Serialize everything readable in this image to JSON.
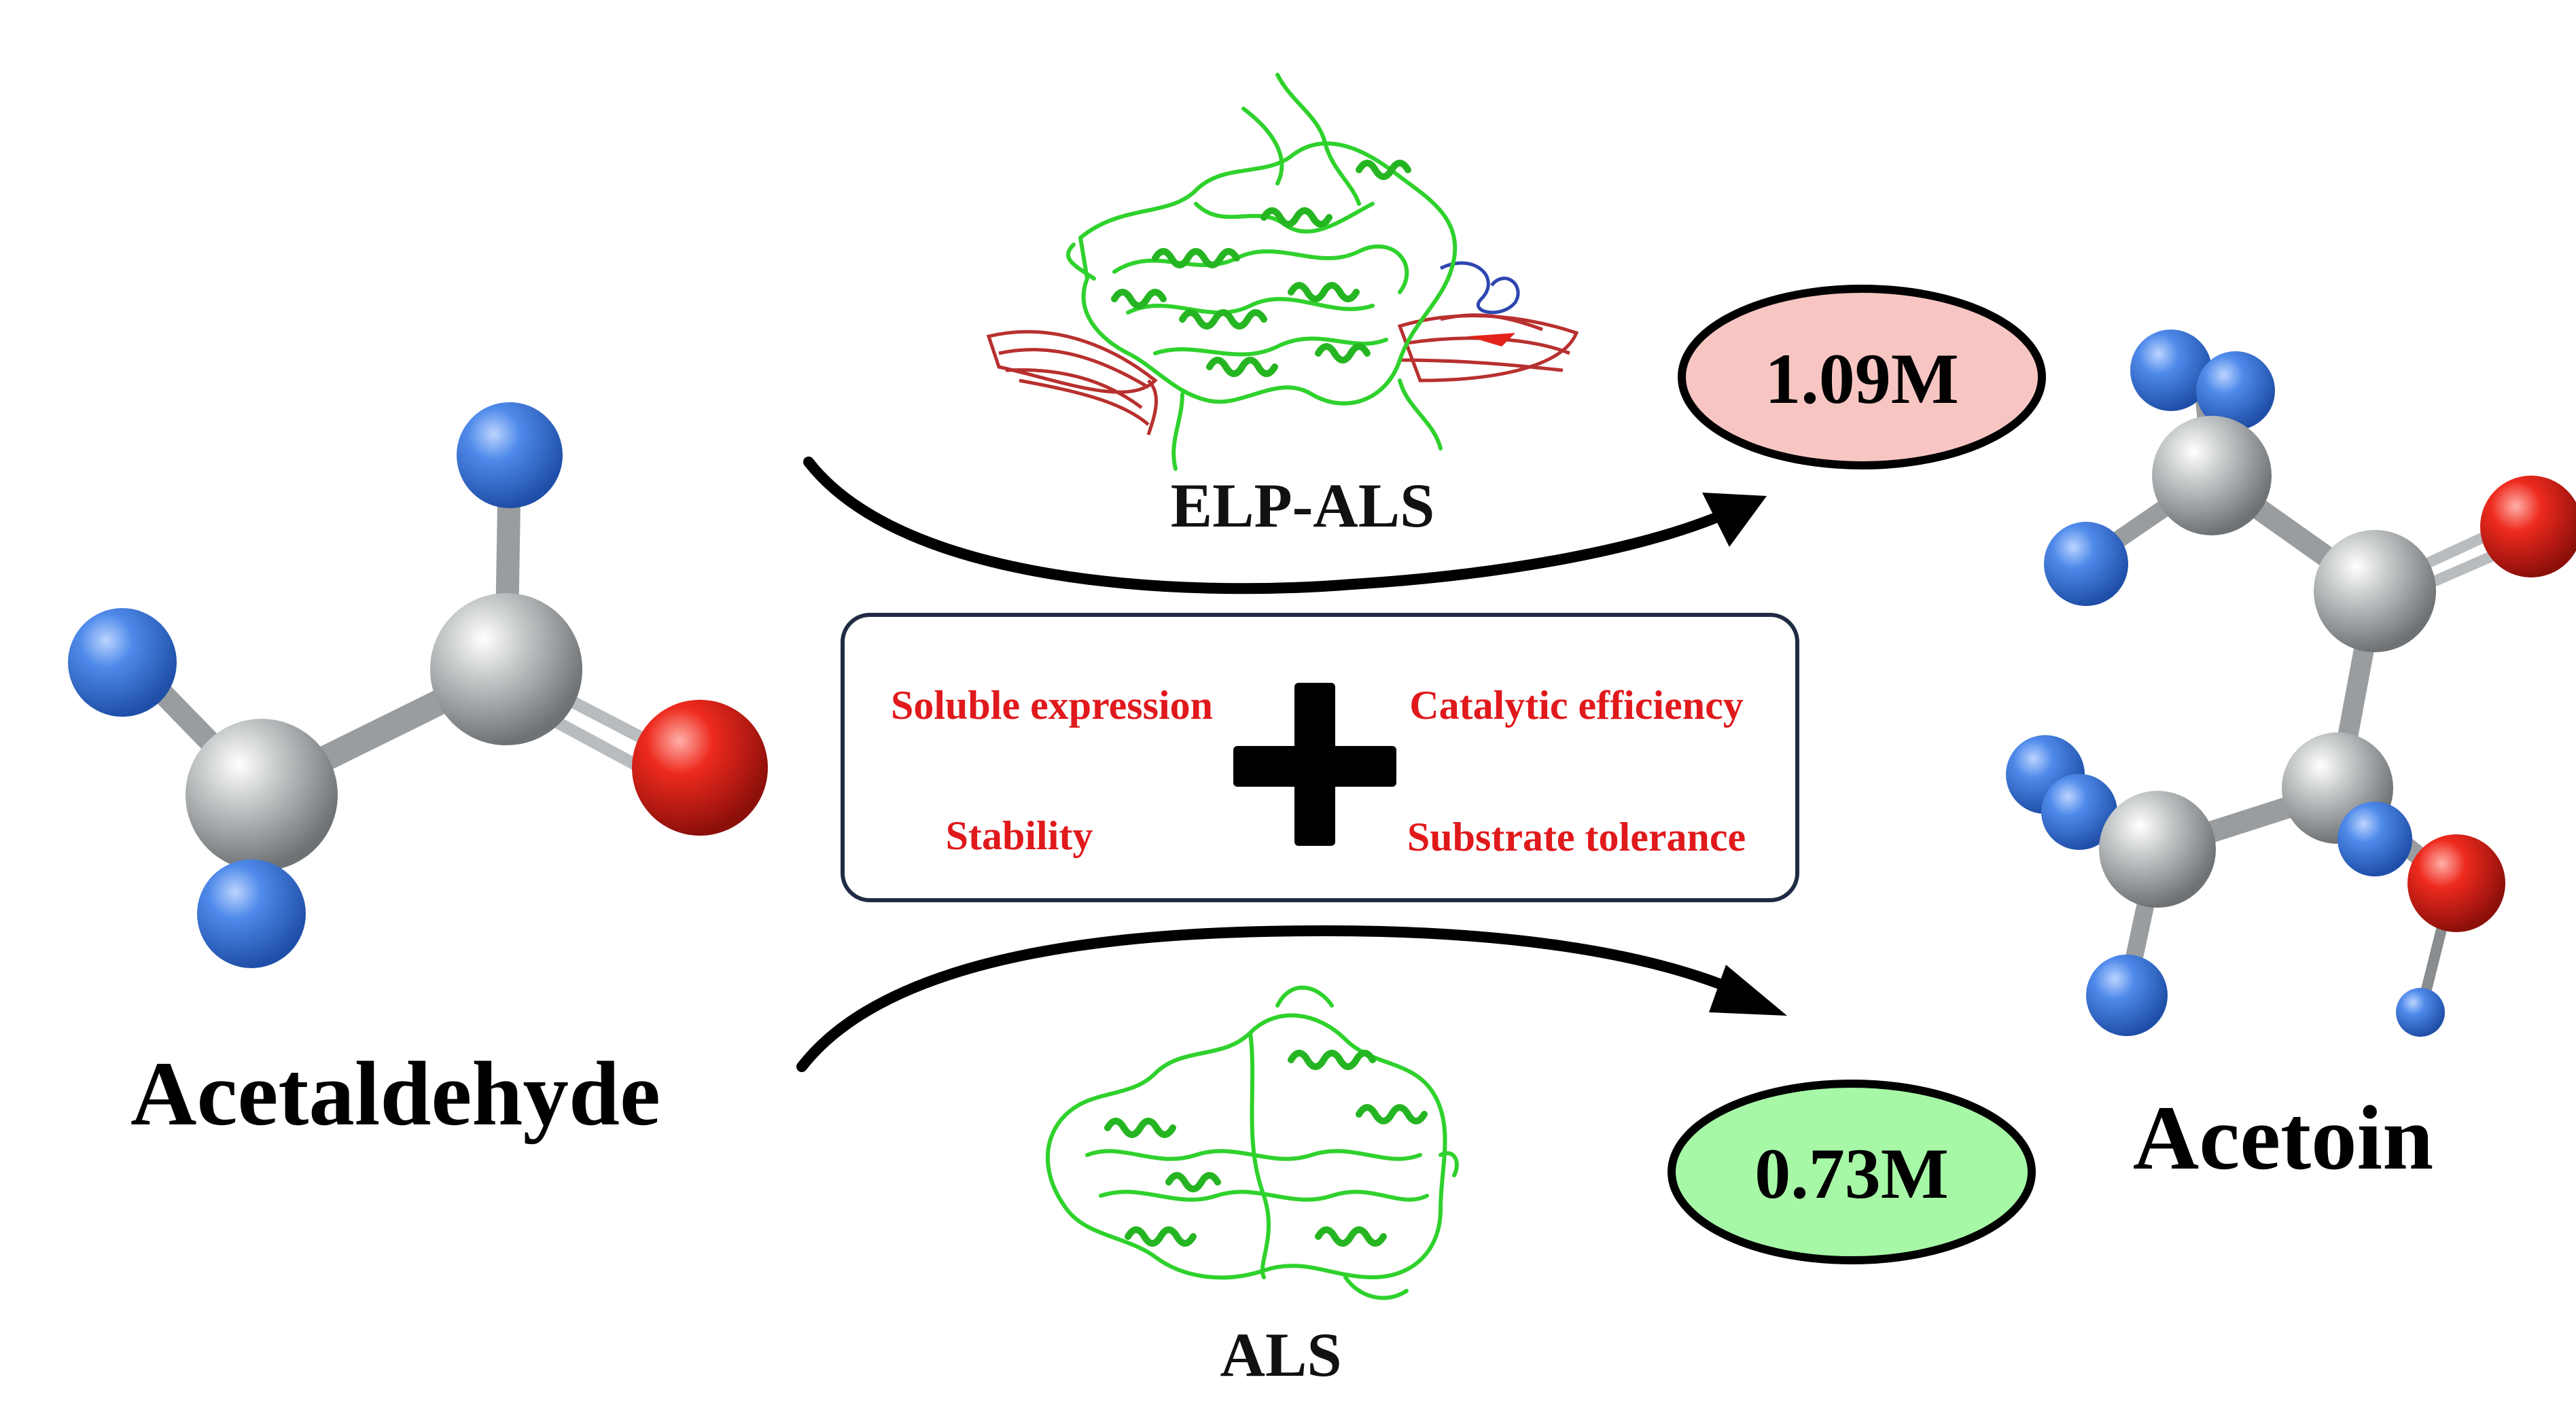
{
  "substrate": {
    "name": "Acetaldehyde"
  },
  "product": {
    "name": "Acetoin"
  },
  "enzymes": {
    "top": {
      "name": "ELP-ALS",
      "yield": "1.09M",
      "yield_color": "#f7c6c3"
    },
    "bottom": {
      "name": "ALS",
      "yield": "0.73M",
      "yield_color": "#a6f7a6"
    }
  },
  "improvements": {
    "items": [
      "Soluble expression",
      "Catalytic efficiency",
      "Stability",
      "Substrate tolerance"
    ],
    "text_color": "#e0191c",
    "symbol": "plus-icon"
  },
  "colors": {
    "carbon": "#a9acae",
    "hydrogen": "#4a84e6",
    "oxygen": "#e3231a",
    "protein_helix": "#2fd12c",
    "elp_tag": "#b8302f",
    "loop": "#2d46b0",
    "box_border": "#1f2b44"
  }
}
